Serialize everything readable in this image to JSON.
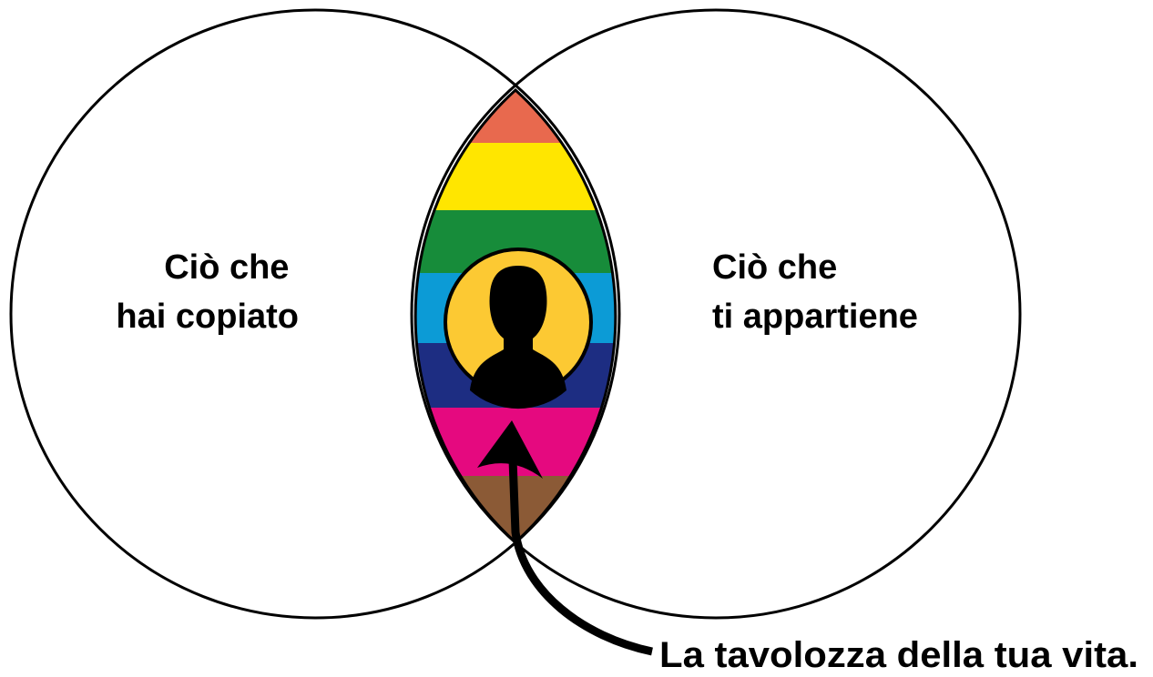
{
  "diagram": {
    "left_set": {
      "line1": "Ciò che",
      "line2": "hai copiato"
    },
    "right_set": {
      "line1": "Ciò che",
      "line2": "ti appartiene"
    },
    "intersection": {
      "icon": "person-silhouette-icon",
      "palette_stripes": [
        {
          "name": "orange",
          "color": "#E8694E"
        },
        {
          "name": "yellow",
          "color": "#FFE600"
        },
        {
          "name": "green",
          "color": "#178C3A"
        },
        {
          "name": "light-blue",
          "color": "#0C9BD6"
        },
        {
          "name": "navy",
          "color": "#1D2D82"
        },
        {
          "name": "magenta",
          "color": "#E5097F"
        },
        {
          "name": "brown",
          "color": "#8B5A36"
        }
      ],
      "avatar_background": "#FCC933"
    },
    "callout": {
      "text": "La tavolozza della tua vita."
    }
  }
}
